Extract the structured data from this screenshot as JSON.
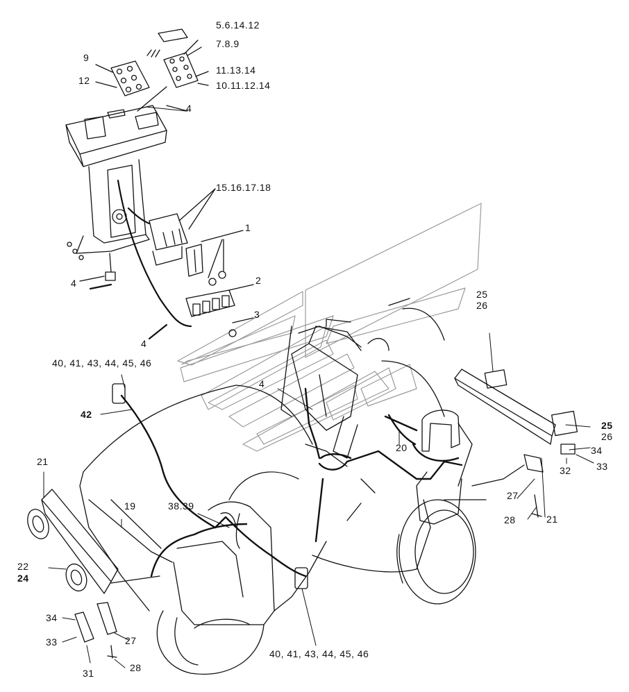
{
  "labels": {
    "c1": "5.6.14.12",
    "c2": "7.8.9",
    "c3": "9",
    "c4": "11.13.14",
    "c5": "12",
    "c6": "10.11.12.14",
    "c7": "4",
    "c8": "15.16.17.18",
    "c9": "1",
    "c10": "4",
    "c11": "2",
    "c12": "3",
    "c13": "4",
    "c14": "40, 41, 43, 44, 45, 46",
    "c15": "4",
    "c16": "42",
    "c17": "25",
    "c18": "26",
    "c19": "20",
    "c20": "25",
    "c21": "26",
    "c22": "34",
    "c23": "32",
    "c24": "33",
    "c25": "27",
    "c26": "21",
    "c27": "21",
    "c28": "28",
    "c29": "19",
    "c30": "38.39",
    "c31": "22",
    "c32": "24",
    "c33": "34",
    "c34": "33",
    "c35": "27",
    "c36": "31",
    "c37": "28",
    "c38": "40, 41, 43, 44, 45, 46"
  },
  "colors": {
    "ink": "#111111",
    "watermark": "#9a9a9a",
    "background": "#ffffff"
  }
}
